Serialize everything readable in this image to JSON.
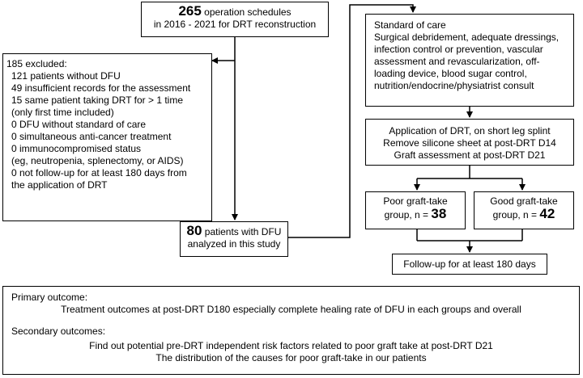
{
  "schedules": {
    "count": "265",
    "line1_rest": " operation schedules",
    "line2": "in 2016 - 2021 for DRT reconstruction"
  },
  "excluded": {
    "title": "185 excluded:",
    "items": [
      "121 patients without DFU",
      "49 insufficient records for the assessment",
      "15 same patient taking DRT for > 1 time",
      "(only first time included)",
      "0 DFU without standard of care",
      "0 simultaneous anti-cancer treatment",
      "0 immunocompromised status",
      "(eg, neutropenia, splenectomy, or AIDS)",
      "0 not follow-up for at least 180 days from",
      "the application of DRT"
    ]
  },
  "analyzed": {
    "count": "80",
    "line1_rest": " patients with DFU",
    "line2": "analyzed in this study"
  },
  "standard_of_care": {
    "title": "Standard of care",
    "lines": [
      "Surgical debridement, adequate dressings,",
      "infection control or prevention, vascular",
      "assessment and revascularization, off-",
      "loading device, blood sugar control,",
      "nutrition/endocrine/physiatrist consult"
    ]
  },
  "application": {
    "lines": [
      "Application of DRT, on short leg splint",
      "Remove silicone sheet at post-DRT D14",
      "Graft assessment at post-DRT D21"
    ]
  },
  "poor_group": {
    "line1": "Poor graft-take",
    "line2_prefix": "group, n = ",
    "n": "38"
  },
  "good_group": {
    "line1": "Good graft-take",
    "line2_prefix": "group, n = ",
    "n": "42"
  },
  "followup": {
    "text": "Follow-up for at least 180 days"
  },
  "outcomes": {
    "primary_title": "Primary outcome:",
    "primary_text": "Treatment outcomes at post-DRT D180 especially complete healing rate of DFU in each groups and overall",
    "secondary_title": "Secondary outcomes:",
    "secondary_lines": [
      "Find out potential pre-DRT independent risk factors related to poor graft take at post-DRT D21",
      "The distribution of the causes for poor graft-take in our patients"
    ]
  }
}
